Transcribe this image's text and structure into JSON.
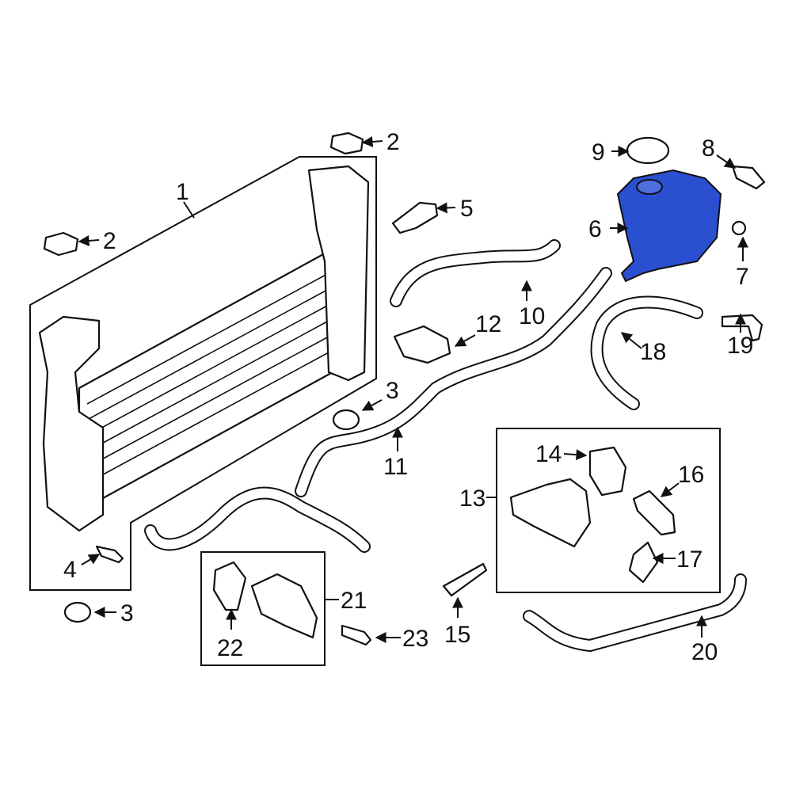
{
  "diagram": {
    "highlight_color": "#2a4fd0",
    "callouts": [
      {
        "id": "c1",
        "label": "1"
      },
      {
        "id": "c2a",
        "label": "2"
      },
      {
        "id": "c2b",
        "label": "2"
      },
      {
        "id": "c3a",
        "label": "3"
      },
      {
        "id": "c3b",
        "label": "3"
      },
      {
        "id": "c4",
        "label": "4"
      },
      {
        "id": "c5",
        "label": "5"
      },
      {
        "id": "c6",
        "label": "6"
      },
      {
        "id": "c7",
        "label": "7"
      },
      {
        "id": "c8",
        "label": "8"
      },
      {
        "id": "c9",
        "label": "9"
      },
      {
        "id": "c10",
        "label": "10"
      },
      {
        "id": "c11",
        "label": "11"
      },
      {
        "id": "c12",
        "label": "12"
      },
      {
        "id": "c13",
        "label": "13"
      },
      {
        "id": "c14",
        "label": "14"
      },
      {
        "id": "c15",
        "label": "15"
      },
      {
        "id": "c16",
        "label": "16"
      },
      {
        "id": "c17",
        "label": "17"
      },
      {
        "id": "c18",
        "label": "18"
      },
      {
        "id": "c19",
        "label": "19"
      },
      {
        "id": "c20",
        "label": "20"
      },
      {
        "id": "c21",
        "label": "21"
      },
      {
        "id": "c22",
        "label": "22"
      },
      {
        "id": "c23",
        "label": "23"
      }
    ]
  }
}
